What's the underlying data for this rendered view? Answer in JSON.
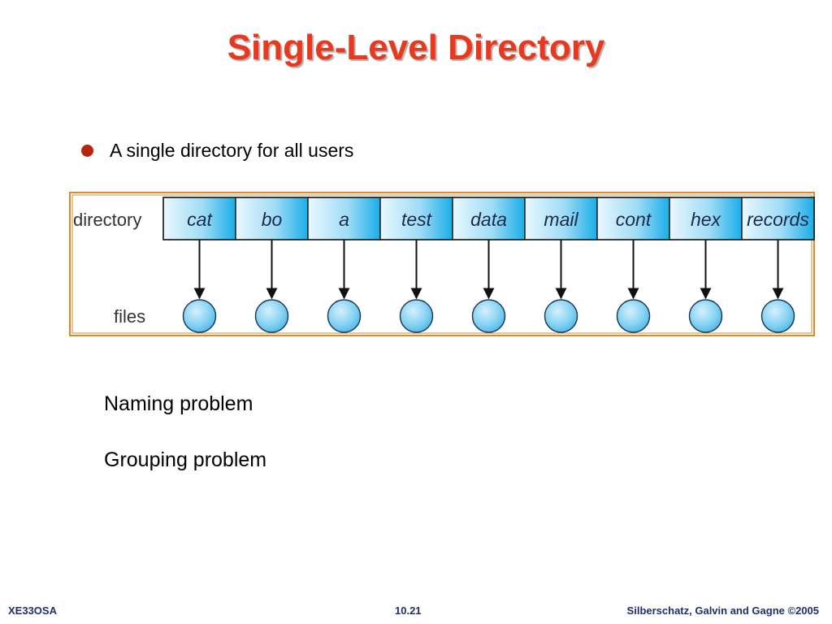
{
  "slide": {
    "title": "Single-Level Directory",
    "bullet": "A single directory for all users",
    "problems": [
      "Naming problem",
      "Grouping problem"
    ]
  },
  "diagram": {
    "directory_label": "directory",
    "files_label": "files",
    "entries": [
      "cat",
      "bo",
      "a",
      "test",
      "data",
      "mail",
      "cont",
      "hex",
      "records"
    ]
  },
  "footer": {
    "left": "XE33OSA",
    "center": "10.21",
    "right": "Silberschatz, Galvin and Gagne ©2005"
  },
  "colors": {
    "title": "#e8391e",
    "bullet": "#b5260f",
    "frame": "#d98a2b",
    "cell_light": "#e6f6fd",
    "cell_dark": "#22b3ea",
    "file_fill": "#7fd0f2",
    "footer": "#1f2f6e"
  }
}
